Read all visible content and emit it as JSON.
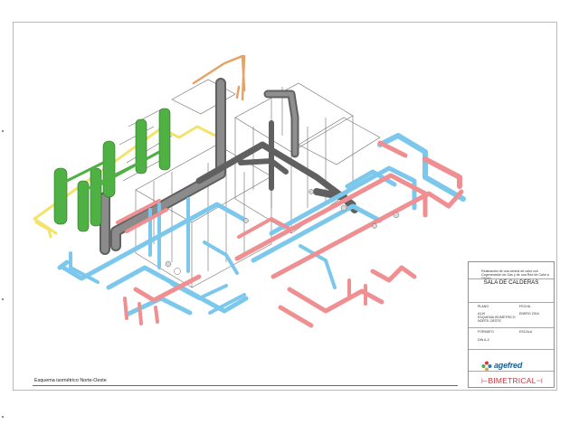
{
  "caption": "Esquema isométrico Norte-Oeste",
  "titleblock": {
    "description": "Realización de una central de calor con Cogeneración de Gas y de una Red de Calor a Distrito",
    "title": "SALA DE CALDERAS",
    "plano_label": "PLANO",
    "plano_value": "A119",
    "plano_desc_1": "ESQUEMA ISOMETRICO",
    "plano_desc_2": "NORTE-OESTE",
    "fecha_label": "FECHA",
    "fecha_value": "ENERO 2016",
    "formato_label": "FORMATO",
    "formato_value": "DIN A-3",
    "escala_label": "ESCALA",
    "logo_brand": "agefred",
    "footer_brand": "BIMETRICAL"
  },
  "colors": {
    "cold_pipe": "#7cc8ec",
    "hot_pipe": "#ef8f91",
    "tank_green": "#4fb043",
    "flue_gray": "#6f6f6f",
    "yellow_line": "#f3e36a",
    "orange_line": "#e6a266"
  }
}
